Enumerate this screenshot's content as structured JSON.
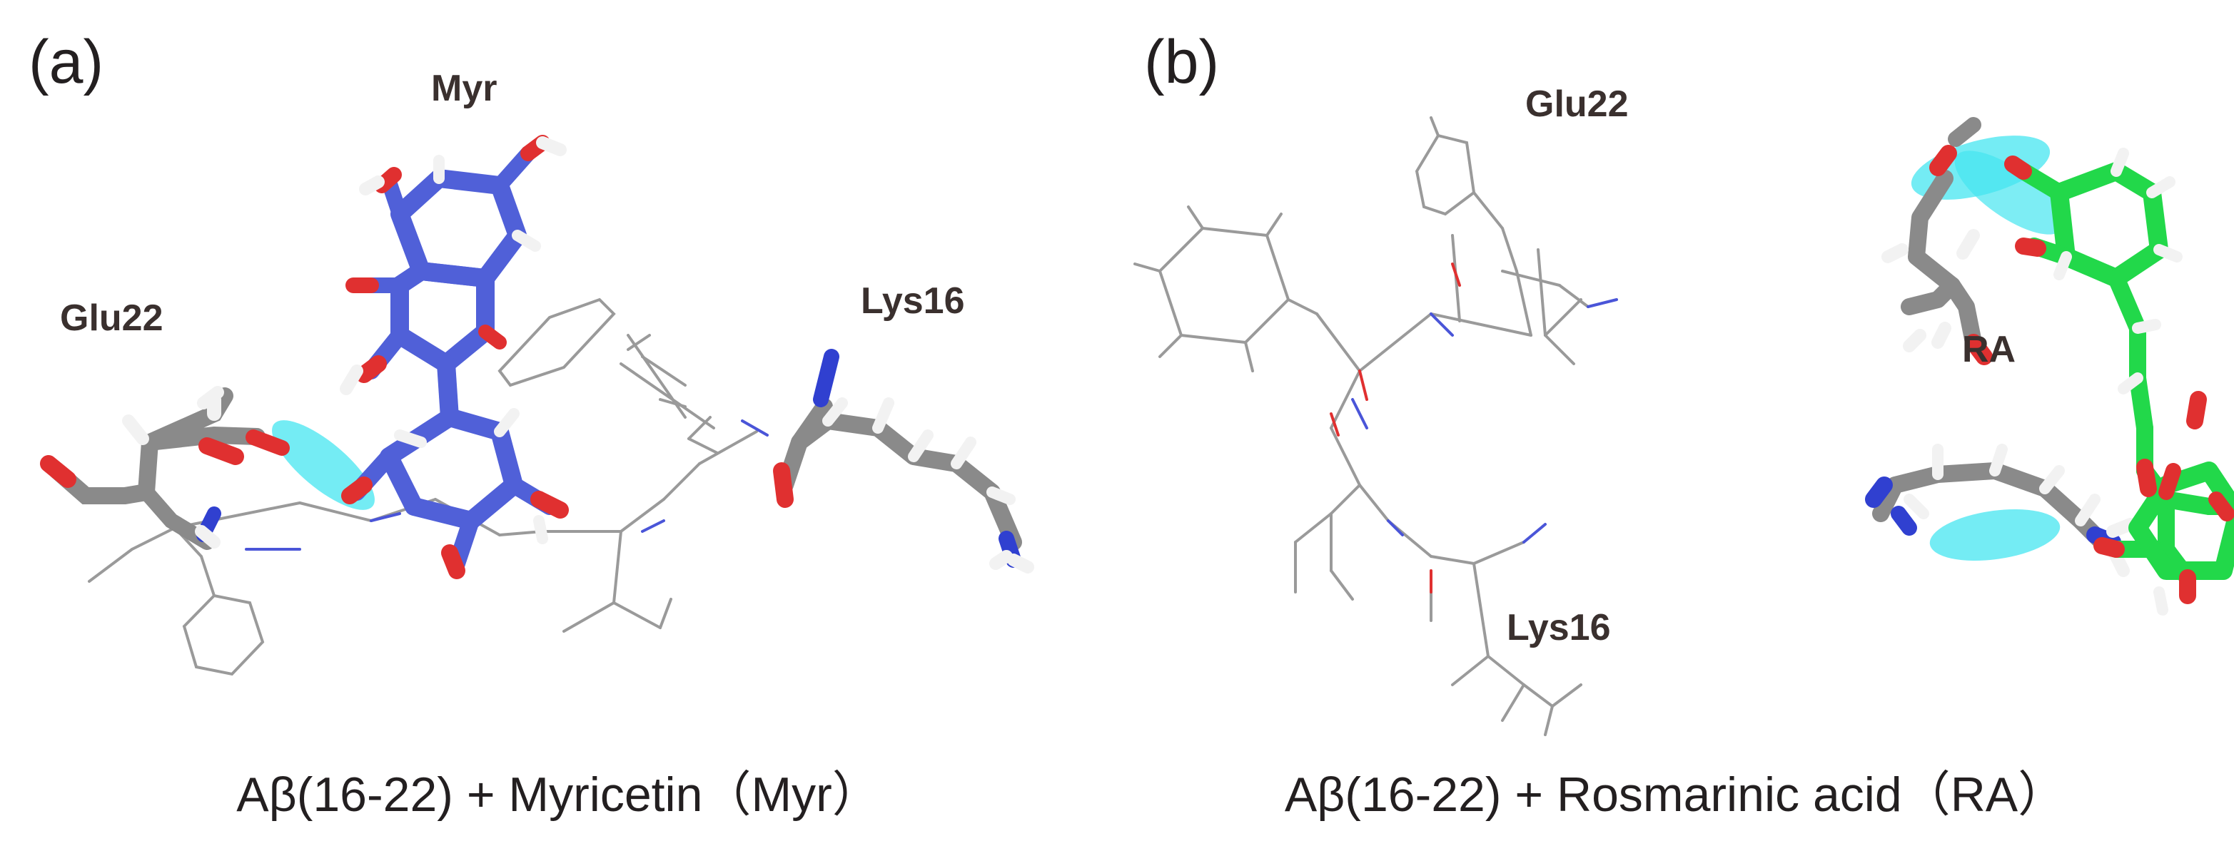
{
  "panels": [
    {
      "letter": "(a)",
      "labels": {
        "ligand": "Myr",
        "glu": "Glu22",
        "lys": "Lys16"
      },
      "caption": "Aβ(16-22) + Myricetin（Myr）",
      "colors": {
        "ligand": "#5060d8",
        "residue": "#8a8a8a",
        "oxygen": "#e03030",
        "nitrogen": "#3040d0",
        "hydrogen": "#f2f2f2",
        "hbond": "#46e6f0",
        "backbone": "#9a9a9a"
      }
    },
    {
      "letter": "(b)",
      "labels": {
        "glu": "Glu22",
        "ligand": "RA",
        "lys": "Lys16"
      },
      "caption": "Aβ(16-22) + Rosmarinic acid（RA）",
      "colors": {
        "ligand": "#22d84a",
        "residue": "#8a8a8a",
        "oxygen": "#e03030",
        "nitrogen": "#3040d0",
        "hydrogen": "#f2f2f2",
        "hbond": "#46e6f0",
        "backbone": "#9a9a9a"
      }
    }
  ]
}
